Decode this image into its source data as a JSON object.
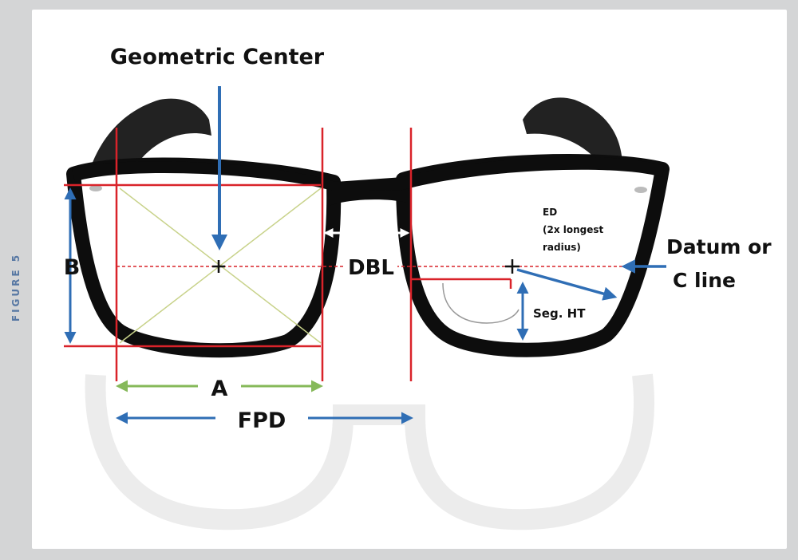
{
  "figure_label": "FIGURE 5",
  "labels": {
    "geometric_center": "Geometric Center",
    "b": "B",
    "a": "A",
    "fpd": "FPD",
    "dbl": "DBL",
    "ed_line1": "ED",
    "ed_line2": "(2x longest",
    "ed_line3": "radius)",
    "datum_line1": "Datum or",
    "datum_line2": "C line",
    "seg_ht": "Seg. HT"
  },
  "colors": {
    "frame": "#0d0d0d",
    "red_guides": "#d9232a",
    "blue_arrows": "#2f6eb5",
    "green_arrows": "#86b95a",
    "diagonals": "#c8d28a",
    "background": "#d4d5d6",
    "panel": "#ffffff"
  }
}
